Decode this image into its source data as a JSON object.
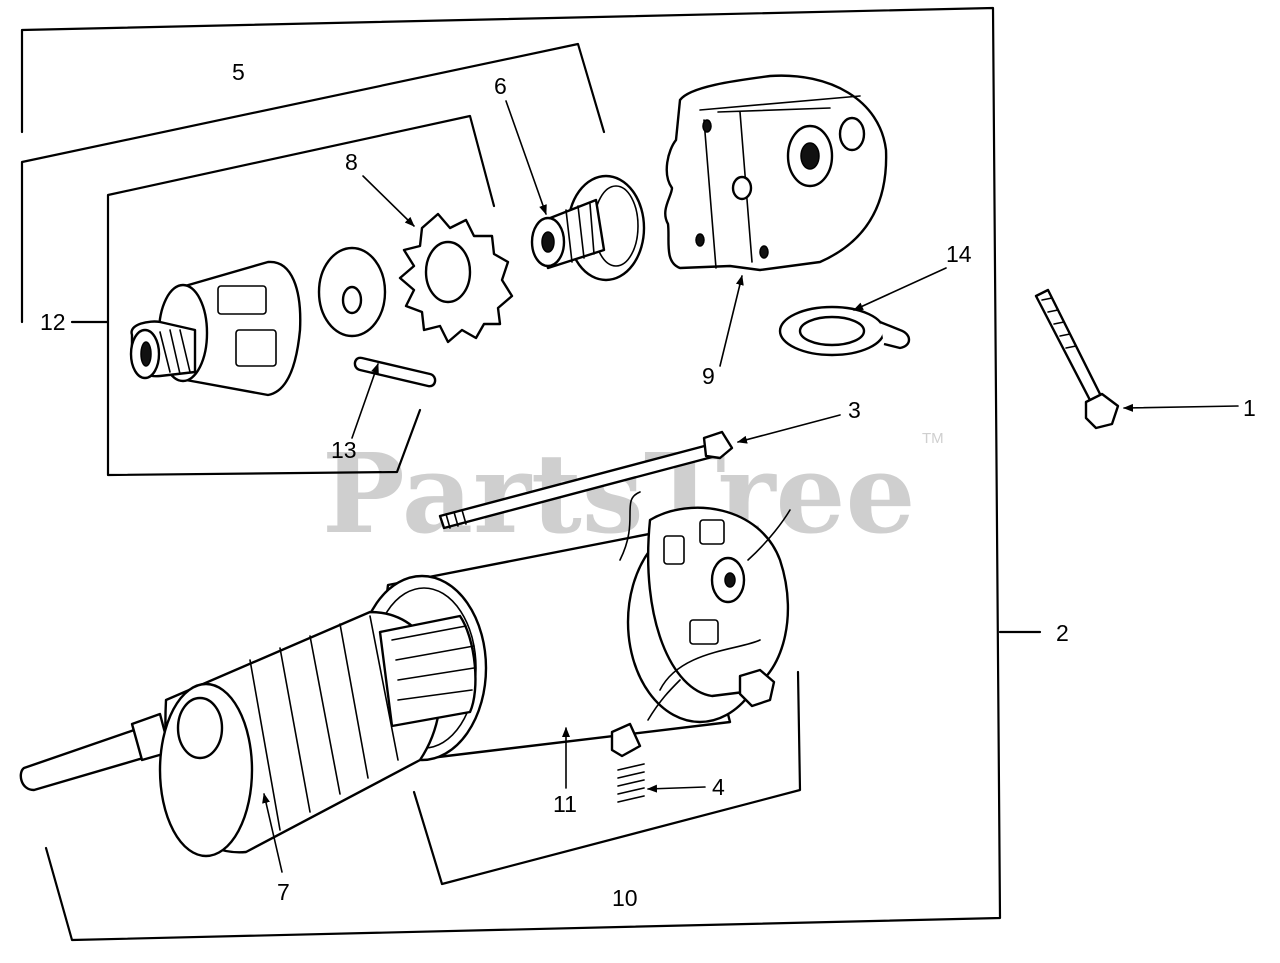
{
  "watermark": {
    "text": "PartsTree",
    "trademark": "TM"
  },
  "callouts": [
    {
      "id": "c1",
      "label": "1"
    },
    {
      "id": "c2",
      "label": "2"
    },
    {
      "id": "c3",
      "label": "3"
    },
    {
      "id": "c4",
      "label": "4"
    },
    {
      "id": "c5",
      "label": "5"
    },
    {
      "id": "c6",
      "label": "6"
    },
    {
      "id": "c7",
      "label": "7"
    },
    {
      "id": "c8",
      "label": "8"
    },
    {
      "id": "c9",
      "label": "9"
    },
    {
      "id": "c10",
      "label": "10"
    },
    {
      "id": "c11",
      "label": "11"
    },
    {
      "id": "c12",
      "label": "12"
    },
    {
      "id": "c13",
      "label": "13"
    },
    {
      "id": "c14",
      "label": "14"
    }
  ]
}
